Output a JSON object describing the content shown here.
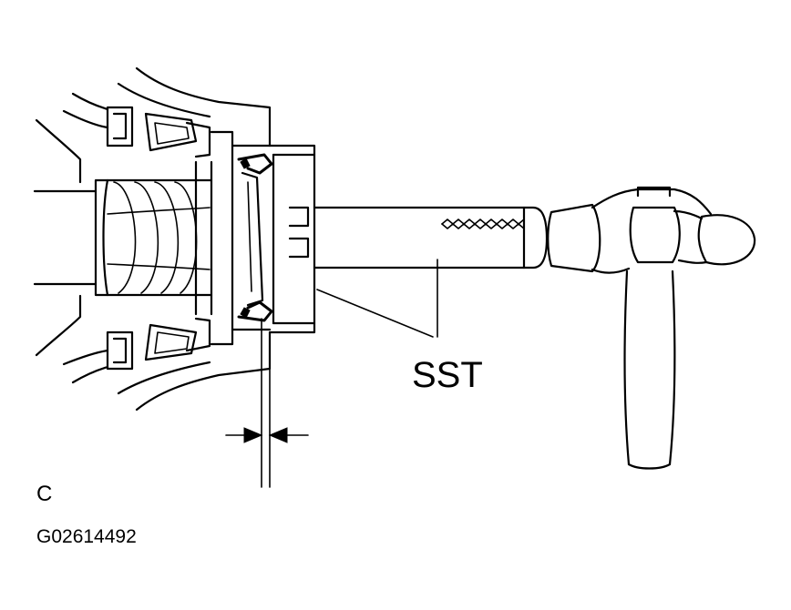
{
  "labels": {
    "sst": "SST",
    "view_letter": "C",
    "figure_code": "G02614492"
  },
  "icons": {
    "hammer": "hammer-icon",
    "tool": "special-service-tool-icon"
  },
  "colors": {
    "ink": "#000000",
    "background": "#ffffff"
  }
}
